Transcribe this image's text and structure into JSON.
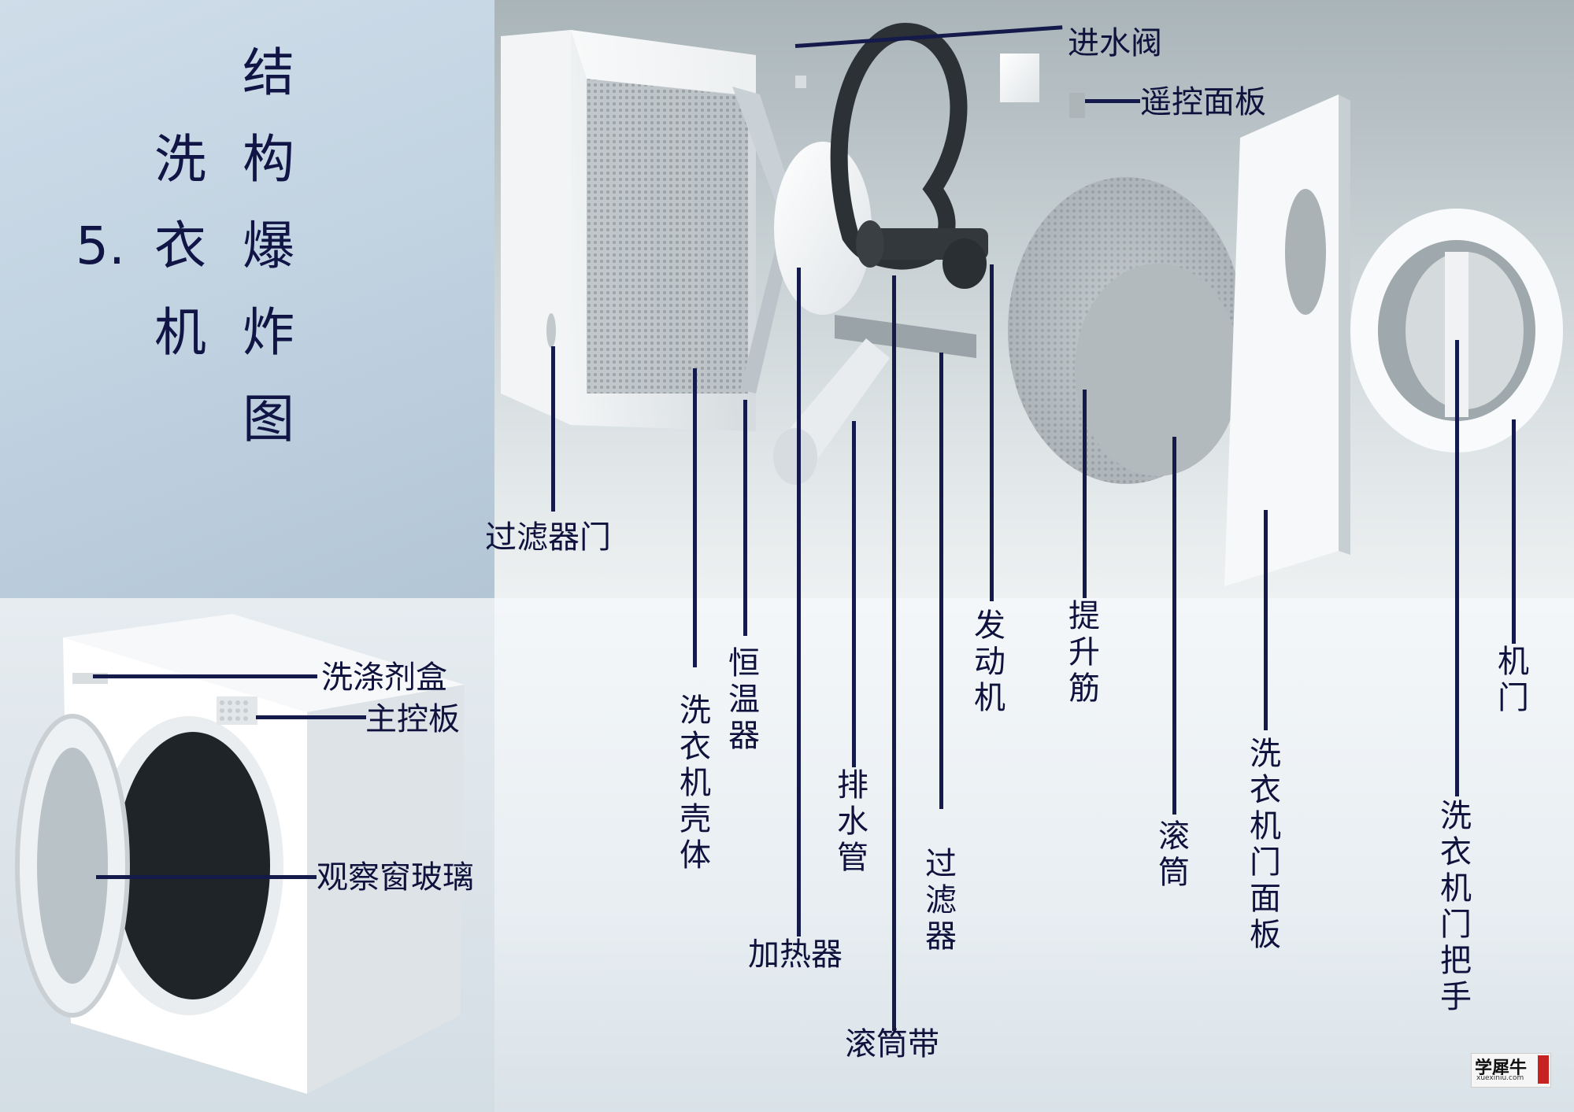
{
  "title": {
    "number": "5.",
    "line1": "洗衣机",
    "line2": "结构爆炸图"
  },
  "labels": {
    "inlet_valve": "进水阀",
    "remote_panel": "遥控面板",
    "filter_door": "过滤器门",
    "housing": "洗衣机壳体",
    "thermostat": "恒温器",
    "heater": "加热器",
    "drain_pipe": "排水管",
    "drum_belt": "滚筒带",
    "filter": "过滤器",
    "motor": "发动机",
    "lifter": "提升筋",
    "drum": "滚筒",
    "door_panel": "洗衣机门面板",
    "door": "机门",
    "door_handle": "洗衣机门把手",
    "detergent_box": "洗涤剂盒",
    "main_control": "主控板",
    "window_glass": "观察窗玻璃"
  },
  "watermark": {
    "brand": "学犀牛",
    "url": "xuexiniu.com"
  },
  "colors": {
    "text": "#0e123c",
    "leader": "#141a4a",
    "panel_left": "#c4d4e2"
  }
}
